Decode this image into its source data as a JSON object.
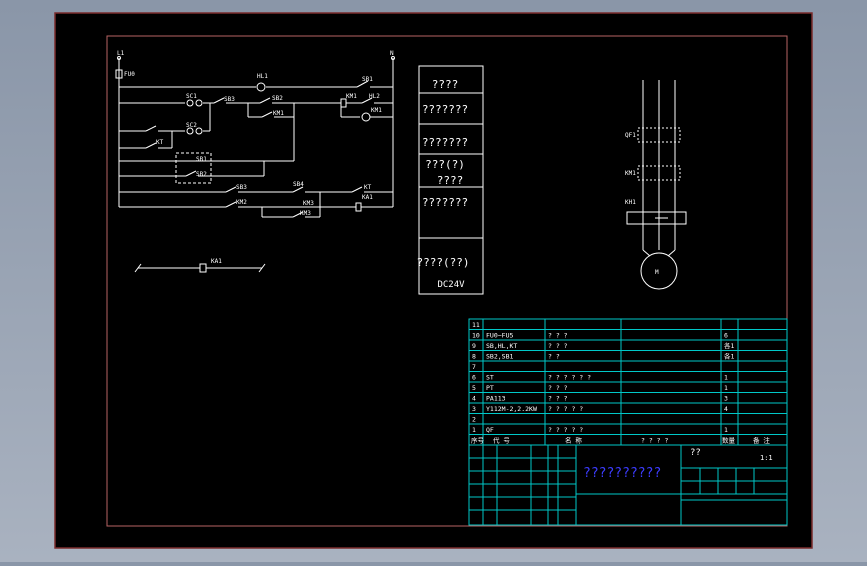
{
  "schematic": {
    "top_left": "L1",
    "top_right": "N",
    "fuse": "FU0",
    "r1": "HL1",
    "r1_right": "SB1",
    "r2a": "SC1",
    "r2b": "SB3",
    "r2c": "SB2",
    "r2d": "KM1",
    "r2e": "HL2",
    "r2e_b": "KM1",
    "r3": "KM1",
    "r4a": "SC2",
    "r5": "KT",
    "r6a": "SB1",
    "r6b": "SB2",
    "r7a": "SB3",
    "r7b": "SB4",
    "r7c": "KT",
    "r7d": "KA1",
    "r8a": "KM2",
    "r8b": "KM3",
    "r8c": "KM3",
    "aux": "KA1"
  },
  "function_labels": [
    "????",
    "???????",
    "???????",
    "???(?)",
    "????",
    "???????",
    "????(??)",
    "DC24V"
  ],
  "motor_labels": [
    "QF1",
    "KM1",
    "KH1",
    "M"
  ],
  "parts_table": {
    "rows": [
      {
        "no": "11",
        "code": "",
        "name": "",
        "qty": ""
      },
      {
        "no": "10",
        "code": "FU0~FU5",
        "name": "? ? ?",
        "qty": "6"
      },
      {
        "no": "9",
        "code": "SB,HL,KT",
        "name": "? ? ?",
        "qty": "各1"
      },
      {
        "no": "8",
        "code": "SB2,SB1",
        "name": "? ?",
        "qty": "各1"
      },
      {
        "no": "7",
        "code": "",
        "name": "",
        "qty": ""
      },
      {
        "no": "6",
        "code": "ST",
        "name": "? ? ? ? ? ?",
        "qty": "1"
      },
      {
        "no": "5",
        "code": "PT",
        "name": "? ? ?",
        "qty": "1"
      },
      {
        "no": "4",
        "code": "PA113",
        "name": "? ? ?",
        "qty": "3"
      },
      {
        "no": "3",
        "code": "Y112M-2,2.2KW",
        "name": "? ? ? ? ?",
        "qty": "4"
      },
      {
        "no": "2",
        "code": "",
        "name": "",
        "qty": ""
      },
      {
        "no": "1",
        "code": "QF",
        "name": "? ? ? ? ?",
        "qty": "1"
      }
    ],
    "header": {
      "no": "序号",
      "code": "代 号",
      "name": "名 称",
      "spec": "? ? ? ?",
      "qty": "数量",
      "note": "备 注"
    }
  },
  "title_block": {
    "title": "??????????",
    "material": "??",
    "scale_mark": "1:1"
  }
}
